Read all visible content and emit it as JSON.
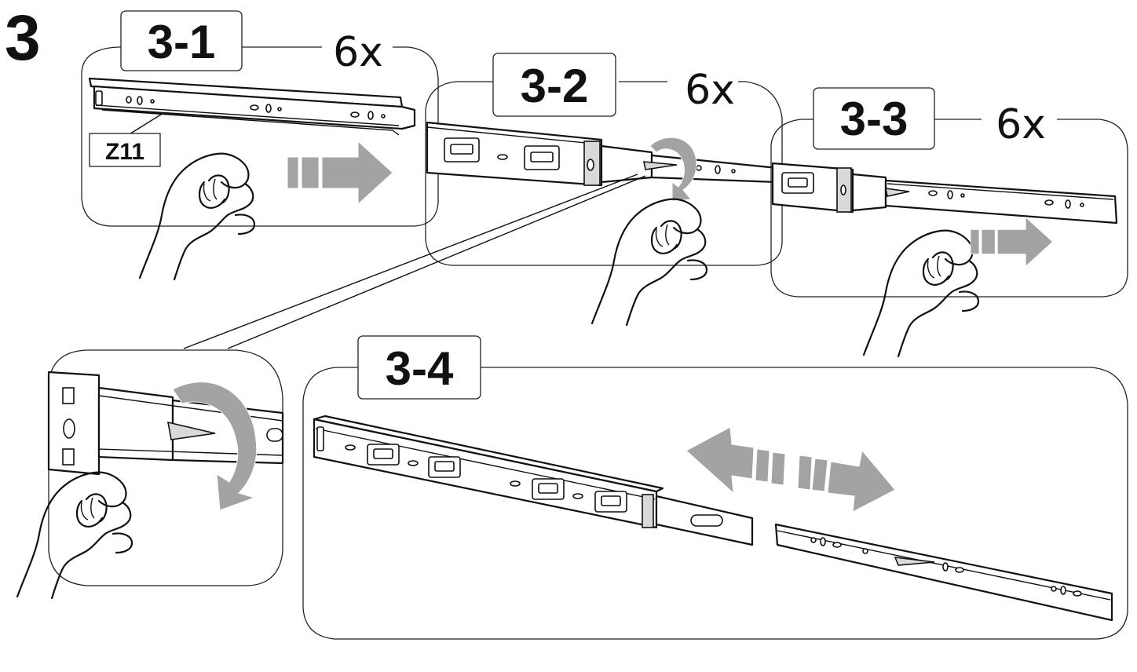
{
  "step": {
    "number": "3"
  },
  "substeps": [
    {
      "id": "3-1",
      "label": "3-1",
      "quantity": "6x",
      "part_code": "Z11",
      "action": "pull-out"
    },
    {
      "id": "3-2",
      "label": "3-2",
      "quantity": "6x",
      "action": "rotate-release-lever"
    },
    {
      "id": "3-3",
      "label": "3-3",
      "quantity": "6x",
      "action": "pull-out"
    },
    {
      "id": "3-4",
      "label": "3-4",
      "action": "separate-rails"
    }
  ],
  "icons": [
    "hand-pinch-icon",
    "pull-arrow-icon",
    "rotate-arrow-icon",
    "bidirectional-arrow-icon",
    "drawer-rail-icon",
    "zoom-detail-icon"
  ],
  "colors": {
    "ink": "#111111",
    "arrow": "#a3a3a3",
    "background": "#ffffff"
  }
}
